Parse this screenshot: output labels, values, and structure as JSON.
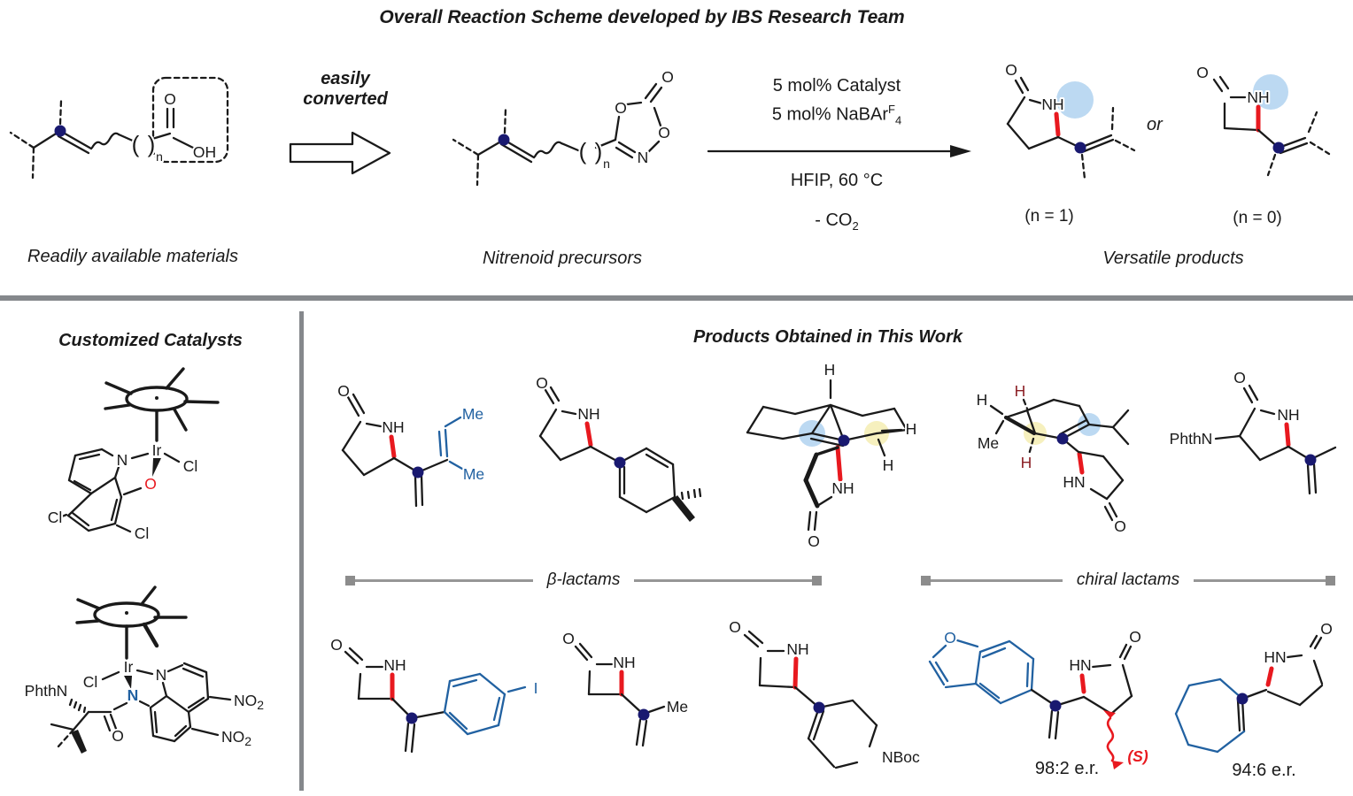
{
  "colors": {
    "bond_black": "#1a1a1a",
    "accent_red": "#e8191f",
    "navy_dot": "#191970",
    "blue_bond": "#2161a1",
    "light_blue_highlight": "#bcd9f2",
    "yellow_highlight": "#f6f0be",
    "maroon_h": "#8b1f24",
    "divider_gray": "#85888c"
  },
  "title": "Overall Reaction Scheme developed by IBS Research Team",
  "top": {
    "reactant": {
      "caption": "Readily available materials",
      "o": "O",
      "oh": "OH",
      "po": "(",
      "pc": ")",
      "n": "n"
    },
    "convert": {
      "line1": "easily",
      "line2": "converted"
    },
    "precursor": {
      "caption": "Nitrenoid precursors",
      "o1": "O",
      "o2": "O",
      "o3": "O",
      "nr": "N",
      "po": "(",
      "pc": ")",
      "n": "n"
    },
    "conditions": {
      "l1": "5 mol% Catalyst",
      "l2": "5 mol% NaBAr",
      "l2sup": "F",
      "l2sub": "4",
      "l3": "HFIP, 60 °C",
      "l4": "- CO",
      "l4sub": "2"
    },
    "products": {
      "caption": "Versatile products",
      "or": "or",
      "n1": "(n = 1)",
      "n0": "(n = 0)",
      "g_o": "O",
      "g_nh": "NH",
      "b_o": "O",
      "b_nh": "NH"
    }
  },
  "catalysts": {
    "title": "Customized Catalysts",
    "cat1": {
      "ir": "Ir",
      "cl": "Cl",
      "n": "N",
      "o": "O",
      "cl5": "Cl",
      "cl7": "Cl"
    },
    "cat2": {
      "ir": "Ir",
      "cl": "Cl",
      "nq": "N",
      "na": "N",
      "phthn": "PhthN",
      "o": "O",
      "no1": "NO",
      "no1s": "2",
      "no2": "NO",
      "no2s": "2"
    }
  },
  "ps": {
    "title": "Products Obtained in This Work",
    "beta": "β-lactams",
    "chiral": "chiral lactams",
    "p1": {
      "o": "O",
      "nh": "NH",
      "me1": "Me",
      "me2": "Me"
    },
    "p2": {
      "o": "O",
      "nh": "NH"
    },
    "p3": {
      "o": "O",
      "nh": "NH",
      "h1": "H",
      "h2": "H",
      "h3": "H"
    },
    "p4": {
      "o": "O",
      "hn": "HN",
      "hb": "H",
      "h1": "H",
      "h2": "H",
      "me": "Me"
    },
    "p5": {
      "o": "O",
      "nh": "NH",
      "phthn": "PhthN"
    },
    "b1": {
      "o": "O",
      "nh": "NH",
      "i": "I"
    },
    "b2": {
      "o": "O",
      "nh": "NH",
      "me": "Me"
    },
    "b3": {
      "o": "O",
      "nh": "NH",
      "nboc": "NBoc"
    },
    "c1": {
      "o1": "O",
      "hn": "HN",
      "o2": "O",
      "s": "(S)",
      "er": "98:2 e.r."
    },
    "c2": {
      "hn": "HN",
      "o": "O",
      "er": "94:6 e.r."
    }
  }
}
